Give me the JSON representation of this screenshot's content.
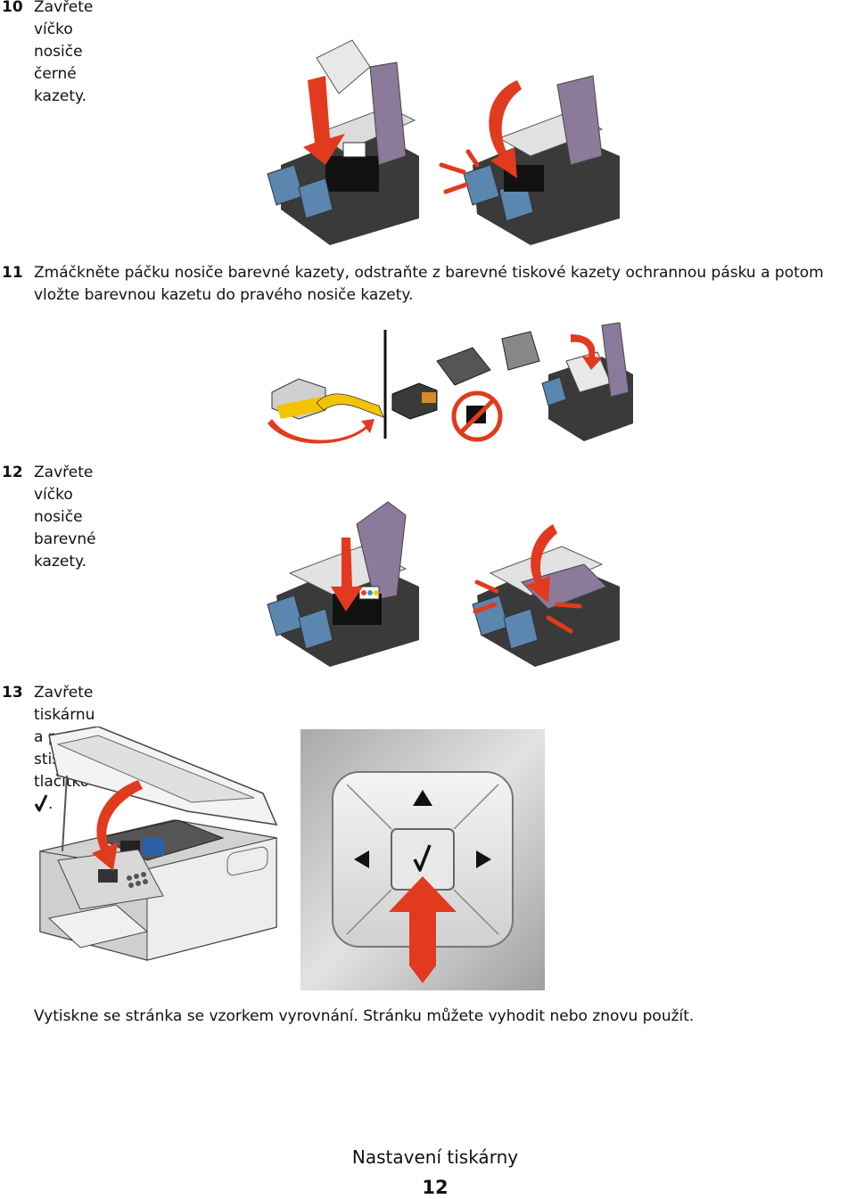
{
  "steps": [
    {
      "number": "10",
      "text": "Zavřete víčko nosiče černé kazety."
    },
    {
      "number": "11",
      "text": "Zmáčkněte páčku nosiče barevné kazety, odstraňte z barevné tiskové kazety ochrannou pásku a potom vložte barevnou kazetu do pravého nosiče kazety."
    },
    {
      "number": "12",
      "text": "Zavřete víčko nosiče barevné kazety."
    },
    {
      "number": "13",
      "text_before": "Zavřete tiskárnu a potom stiskněte tlačítko",
      "text_after": "."
    }
  ],
  "note": "Vytiskne se stránka se vzorkem vyrovnání. Stránku můžete vyhodit nebo znovu použít.",
  "footer": {
    "title": "Nastavení tiskárny",
    "page": "12"
  },
  "colors": {
    "arrow_red": "#e23a1e",
    "carrier_purple": "#8c7a9a",
    "carrier_black": "#2b2b2b",
    "latch_blue": "#5a86b0",
    "panel_gray": "#b9b9b9"
  },
  "icons": {
    "inline_button": "checkmark-icon",
    "panel_up": "arrow-up-icon",
    "panel_left": "arrow-left-icon",
    "panel_right": "arrow-right-icon",
    "panel_center": "checkmark-icon"
  }
}
